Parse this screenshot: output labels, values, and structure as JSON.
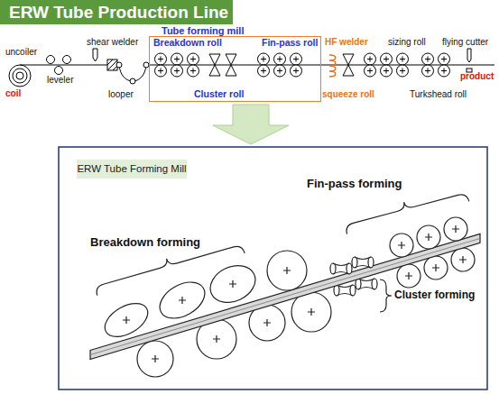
{
  "diagram": {
    "title": "ERW Tube Production Line",
    "nodes": [
      {
        "text": [
          "Tube forming mill"
        ]
      },
      {
        "text": [
          "ERW Tube Forming Mill"
        ]
      }
    ],
    "labels": [
      "uncoiler",
      "shear welder",
      "HF welder",
      "sizing roll",
      "flying cutter",
      "Breakdown roll",
      "Fin-pass roll",
      "leveler",
      "coil",
      "looper",
      "Cluster roll",
      "squeeze roll",
      "Turkshead roll",
      "product",
      "Fin-pass forming",
      "Breakdown forming",
      "Cluster forming"
    ]
  }
}
